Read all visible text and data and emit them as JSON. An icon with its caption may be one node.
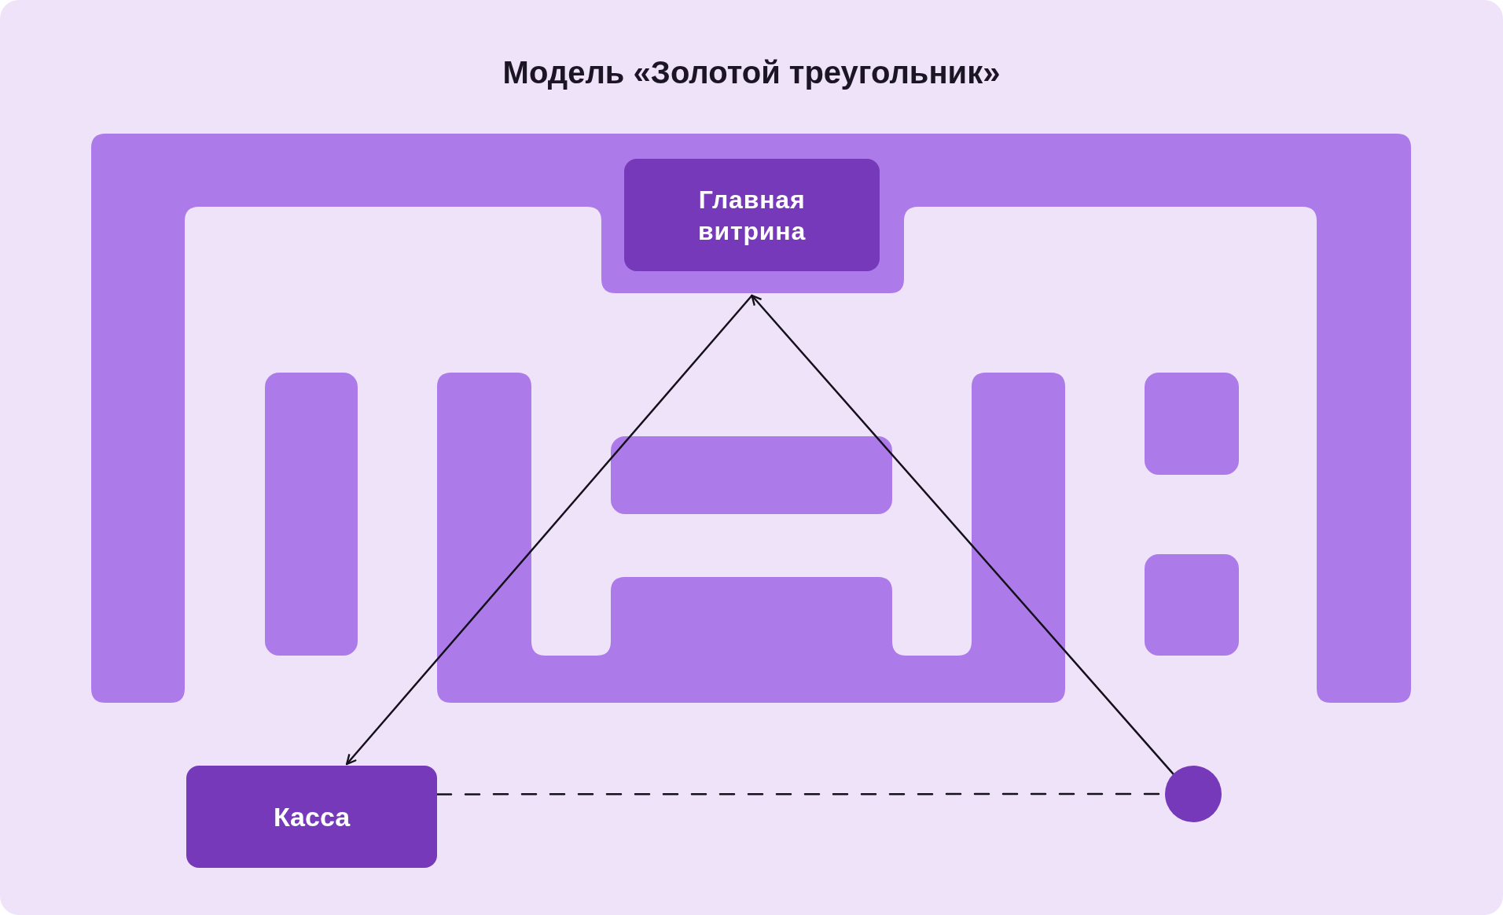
{
  "diagram": {
    "title": "Модель «Золотой треугольник»",
    "nodes": [
      {
        "text": [
          "Главная витрина"
        ]
      },
      {
        "text": [
          "Касса"
        ]
      },
      {
        "text": [],
        "shape": "circle"
      }
    ],
    "edges": [
      {
        "from": 2,
        "to": 0,
        "arrow": "to"
      },
      {
        "from": 0,
        "to": 1,
        "arrow": "to"
      },
      {
        "from": 1,
        "to": 2,
        "arrow": "none",
        "style": "dashed"
      }
    ]
  }
}
